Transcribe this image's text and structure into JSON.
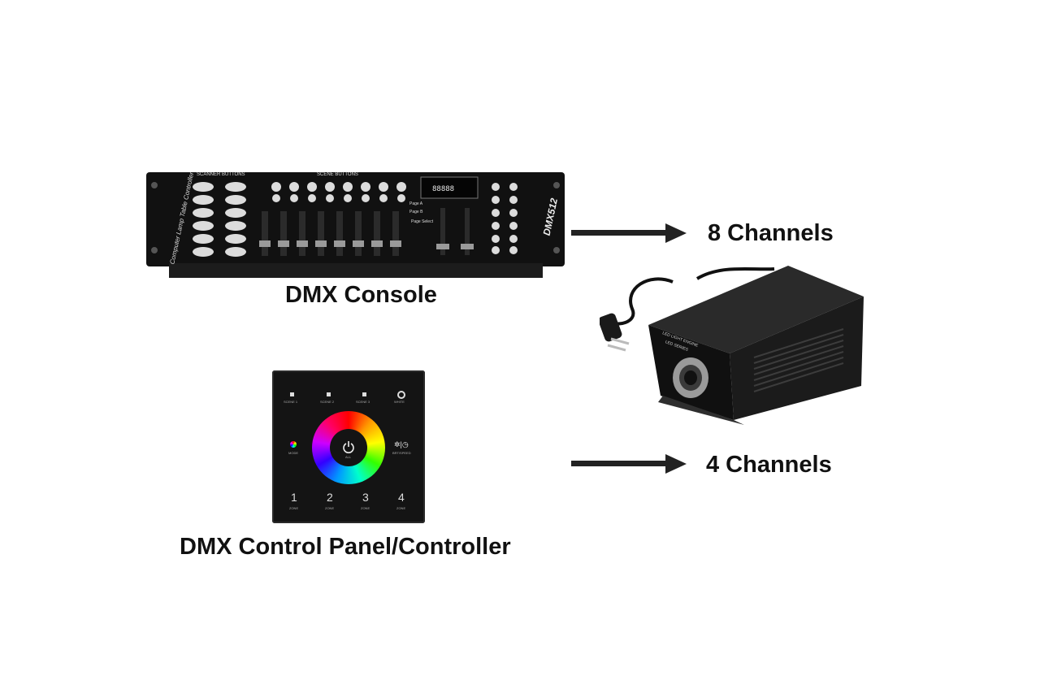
{
  "labels": {
    "console": "DMX Console",
    "panel": "DMX Control Panel/Controller",
    "channels_top": "8 Channels",
    "channels_bottom": "4 Channels"
  },
  "console": {
    "scanner_header": "SCANNER BUTTONS",
    "scene_header": "SCENE BUTTONS",
    "brand_vertical": "Computer Lamp Table Controller",
    "model": "DMX512",
    "display": "88888",
    "page_select": "Page Select",
    "page_a": "Page A",
    "page_b": "Page B"
  },
  "panel": {
    "scenes": [
      "SCENE 1",
      "SCENE 2",
      "SCENE 3"
    ],
    "white": "WHITE",
    "mode": "MODE",
    "all": "ALL",
    "bri_speed": "BRT/SPEED",
    "zones": [
      "1",
      "2",
      "3",
      "4"
    ],
    "zone_label": "ZONE"
  },
  "projector": {
    "label_line1": "LED LIGHT ENGINE",
    "label_line2": "LED SERIES"
  },
  "colors": {
    "text": "#111111",
    "arrow": "#222222",
    "device": "#141414"
  }
}
